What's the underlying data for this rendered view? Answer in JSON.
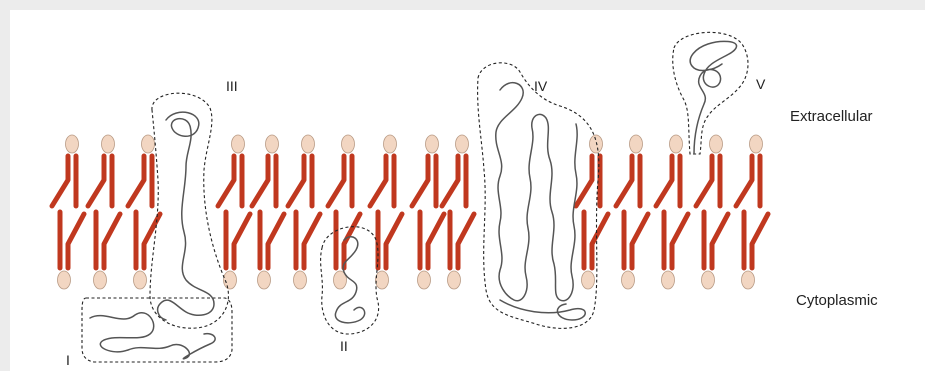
{
  "labels": {
    "extracellular": "Extracellular",
    "cytoplasmic": "Cytoplasmic"
  },
  "proteins": [
    {
      "id": "I",
      "label": "I"
    },
    {
      "id": "II",
      "label": "II"
    },
    {
      "id": "III",
      "label": "III"
    },
    {
      "id": "IV",
      "label": "IV"
    },
    {
      "id": "V",
      "label": "V"
    }
  ],
  "colors": {
    "lipid_tail": "#c0381f",
    "lipid_tail_dark": "#8e2412",
    "lipid_head": "#f2d6c2",
    "lipid_head_edge": "#b89a84",
    "protein_chain": "#555555",
    "boundary": "#222222"
  }
}
